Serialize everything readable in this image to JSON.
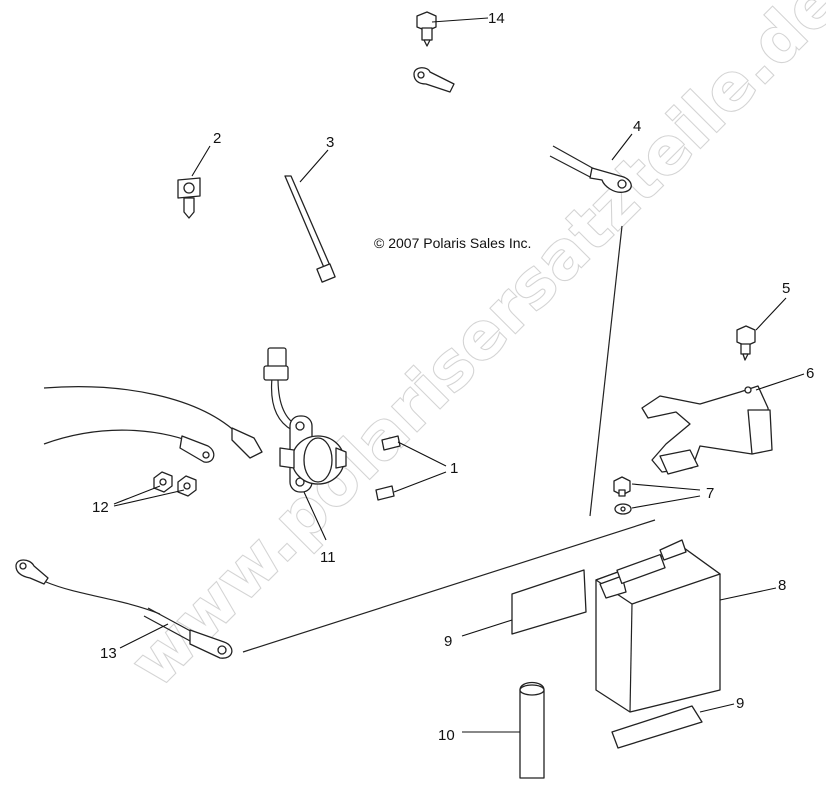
{
  "copyright": "© 2007 Polaris Sales Inc.",
  "watermark": "www.polarisersatzteile.de",
  "callouts": [
    {
      "id": "c1",
      "label": "1"
    },
    {
      "id": "c2",
      "label": "2"
    },
    {
      "id": "c3",
      "label": "3"
    },
    {
      "id": "c4",
      "label": "4"
    },
    {
      "id": "c5",
      "label": "5"
    },
    {
      "id": "c6",
      "label": "6"
    },
    {
      "id": "c7",
      "label": "7"
    },
    {
      "id": "c8",
      "label": "8"
    },
    {
      "id": "c9a",
      "label": "9"
    },
    {
      "id": "c9b",
      "label": "9"
    },
    {
      "id": "c10",
      "label": "10"
    },
    {
      "id": "c11",
      "label": "11"
    },
    {
      "id": "c12",
      "label": "12"
    },
    {
      "id": "c13",
      "label": "13"
    },
    {
      "id": "c14",
      "label": "14"
    }
  ]
}
